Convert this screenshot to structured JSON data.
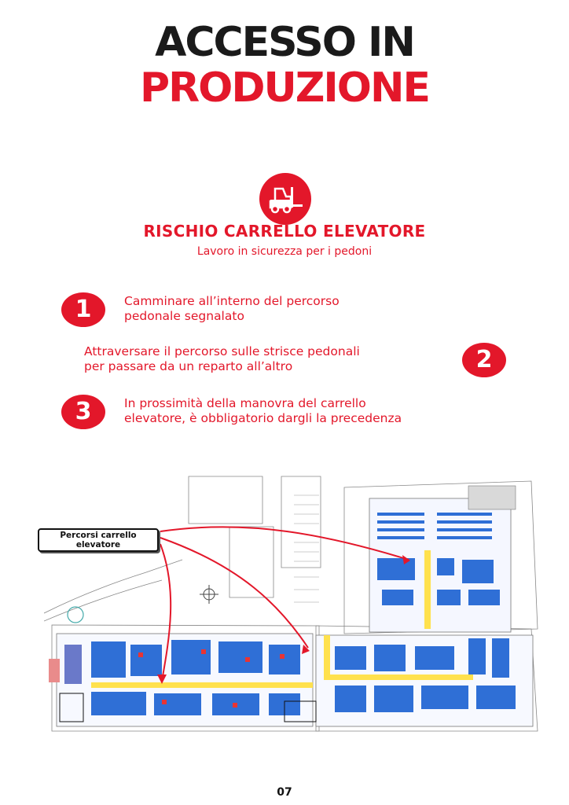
{
  "header": {
    "title_line1": "ACCESSO IN",
    "title_line2": "PRODUZIONE"
  },
  "risk": {
    "icon": "forklift-icon",
    "title": "RISCHIO CARRELLO ELEVATORE",
    "subtitle": "Lavoro in sicurezza per i pedoni"
  },
  "rules": [
    {
      "number": "1",
      "text_line1": "Camminare all’interno del percorso",
      "text_line2": "pedonale segnalato"
    },
    {
      "number": "2",
      "text_line1": "Attraversare il percorso sulle strisce pedonali",
      "text_line2": "per passare da un reparto all’altro"
    },
    {
      "number": "3",
      "text_line1": "In prossimità della manovra del carrello",
      "text_line2": "elevatore, è obbligatorio dargli la precedenza"
    }
  ],
  "map": {
    "callout_line1": "Percorsi carrello",
    "callout_line2": "elevatore"
  },
  "colors": {
    "accent": "#e3172a",
    "route": "#ffe14d",
    "machines": "#2f6fd6"
  },
  "footer": {
    "page_number": "07"
  }
}
